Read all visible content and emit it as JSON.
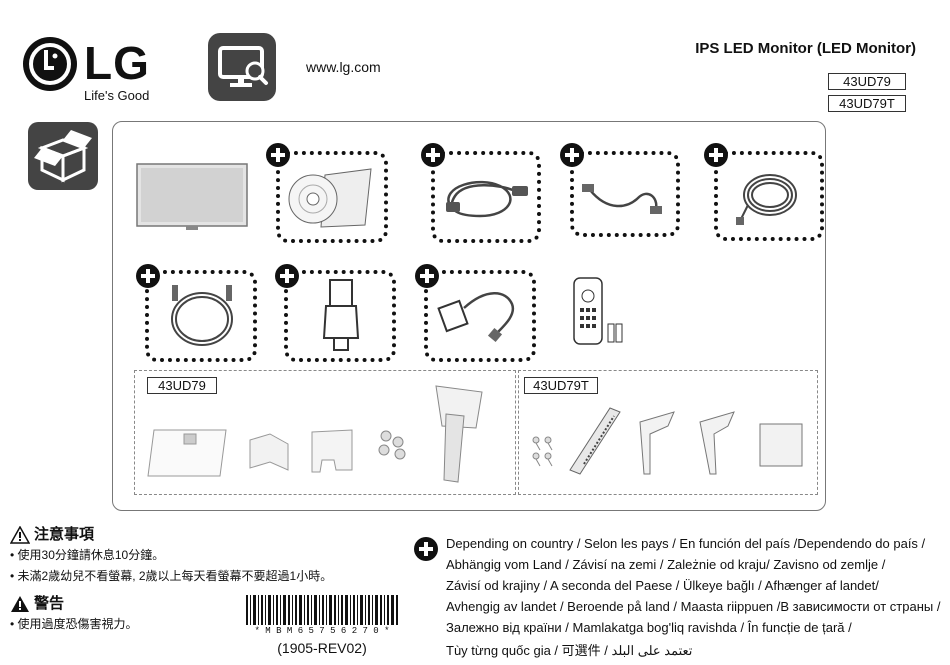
{
  "brand": {
    "name": "LG",
    "slogan": "Life's Good",
    "website": "www.lg.com"
  },
  "product": {
    "title": "IPS LED Monitor (LED Monitor)",
    "models": [
      "43UD79",
      "43UD79T"
    ]
  },
  "optional_boxes": {
    "left_label": "43UD79",
    "right_label": "43UD79T"
  },
  "warnings": {
    "caution_title": "注意事項",
    "caution_items": [
      "• 使用30分鐘請休息10分鐘。",
      "• 未滿2歲幼兒不看螢幕, 2歲以上每天看螢幕不要超過1小時。"
    ],
    "warning_title": "警告",
    "warning_items": [
      "• 使用過度恐傷害視力。"
    ]
  },
  "barcode": {
    "text": "* M B M 6 5 7 5 6 2 7 0 *",
    "revision": "(1905-REV02)"
  },
  "country_note": {
    "lines": [
      "Depending on country /  Selon les pays / En función del país /Dependendo do país /",
      "Abhängig vom Land / Závisí na zemi / Zależnie od kraju/ Zavisno od zemlje /",
      "Závisí od krajiny /  A seconda del Paese / Ülkeye bağlı / Afhænger af landet/",
      "Avhengig av landet / Beroende på land / Maasta riippuen /В зависимости от страны /",
      "Залежно від країни / Mamlakatga bog'liq ravishda / În funcție de țară /",
      "Tùy từng quốc gia  /   可選件   /  تعتمد على البلد"
    ]
  }
}
